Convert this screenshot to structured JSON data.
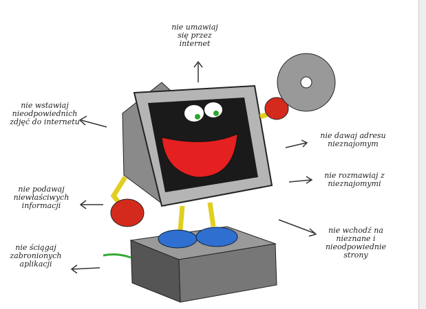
{
  "notes": {
    "top": [
      "nie umawiaj",
      "się przez",
      "internet"
    ],
    "left1": [
      "nie wstawiaj",
      "nieodpowiednich",
      "zdjęć do internetu"
    ],
    "left2": [
      "nie podawaj",
      "niewłaściwych",
      "informacji"
    ],
    "left3": [
      "nie ściągaj",
      "zabronionych",
      "aplikacji"
    ],
    "right1": [
      "nie dawaj adresu",
      "nieznajomym"
    ],
    "right2": [
      "nie rozmawiaj z",
      "nieznajomymi"
    ],
    "right3": [
      "nie wchodź na",
      "nieznane i",
      "nieodpowiednie",
      "strony"
    ]
  },
  "colors": {
    "screen": "#1a1a1a",
    "mouth": "#e42020",
    "gloves": "#d42a1e",
    "shoes": "#2f6fd0",
    "legs": "#f2e23a",
    "eyes": "#2fa52f",
    "case": "#6a6a6a"
  }
}
